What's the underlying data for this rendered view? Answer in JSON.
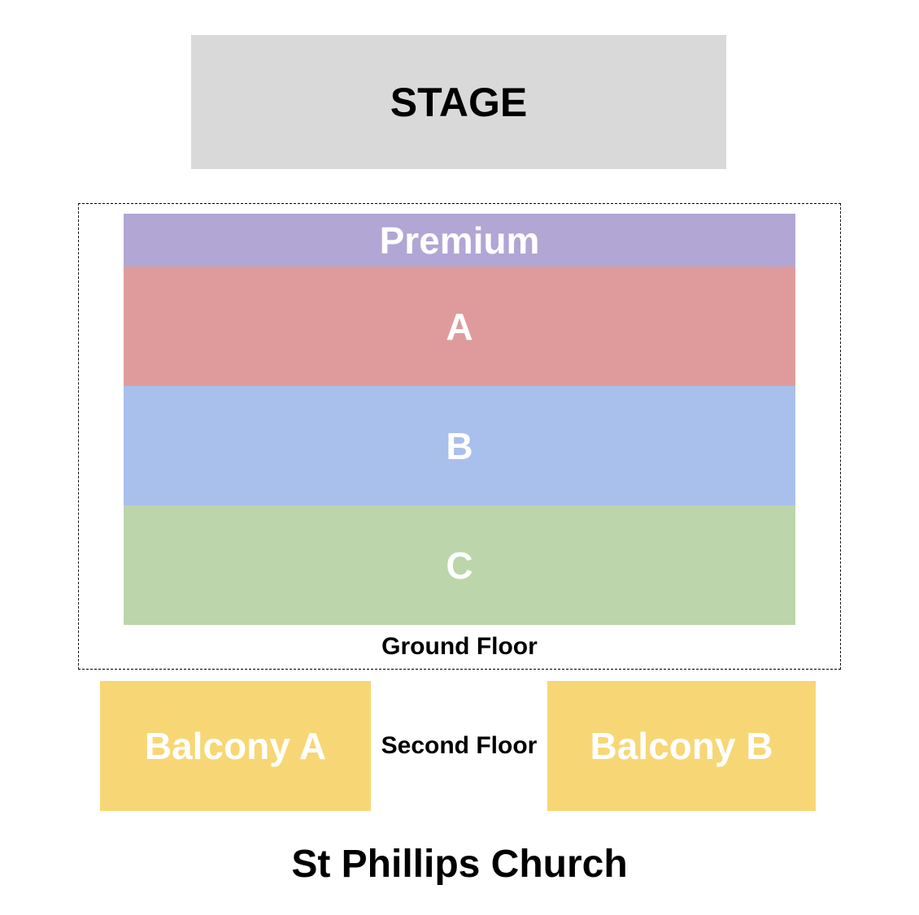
{
  "venue_title": "St Phillips Church",
  "stage": {
    "label": "STAGE",
    "bg_color": "#d9d9d9",
    "text_color": "#000000"
  },
  "floors": {
    "ground": {
      "label": "Ground Floor",
      "sections": [
        {
          "name": "Premium",
          "color": "#b1a6d4"
        },
        {
          "name": "A",
          "color": "#df9b9c"
        },
        {
          "name": "B",
          "color": "#a9bfec"
        },
        {
          "name": "C",
          "color": "#bcd5aa"
        }
      ],
      "section_label_color": "#ffffff"
    },
    "second": {
      "label": "Second Floor",
      "sections": [
        {
          "name": "Balcony A",
          "color": "#f7d775"
        },
        {
          "name": "Balcony B",
          "color": "#f7d775"
        }
      ],
      "section_label_color": "#ffffff"
    }
  }
}
